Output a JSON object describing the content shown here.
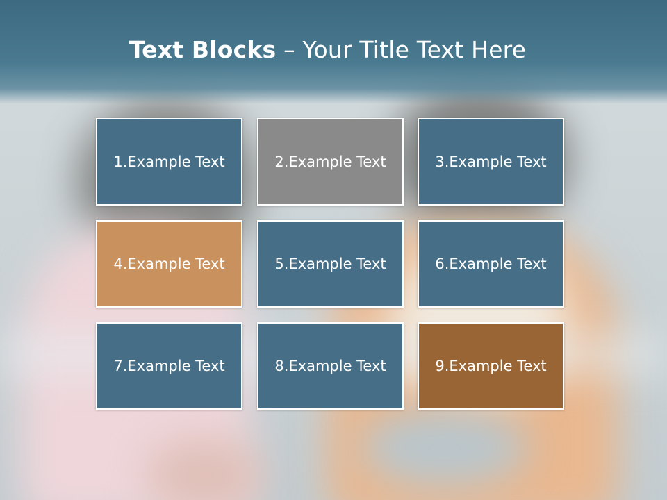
{
  "slide": {
    "title_bold": "Text Blocks",
    "title_dash": " – ",
    "title_rest": "Your Title Text Here"
  },
  "colors": {
    "block_blue": "#466f87",
    "block_gray": "#8a8a8a",
    "block_tan": "#c8915e",
    "block_brown": "#9a6534",
    "border": "#ffffff",
    "title_band": "#3d6a80"
  },
  "blocks": [
    {
      "label": "1.Example Text",
      "color": "#466f87"
    },
    {
      "label": "2.Example Text",
      "color": "#8a8a8a"
    },
    {
      "label": "3.Example Text",
      "color": "#466f87"
    },
    {
      "label": "4.Example Text",
      "color": "#c8915e"
    },
    {
      "label": "5.Example Text",
      "color": "#466f87"
    },
    {
      "label": "6.Example Text",
      "color": "#466f87"
    },
    {
      "label": "7.Example Text",
      "color": "#466f87"
    },
    {
      "label": "8.Example Text",
      "color": "#466f87"
    },
    {
      "label": "9.Example Text",
      "color": "#9a6534"
    }
  ]
}
